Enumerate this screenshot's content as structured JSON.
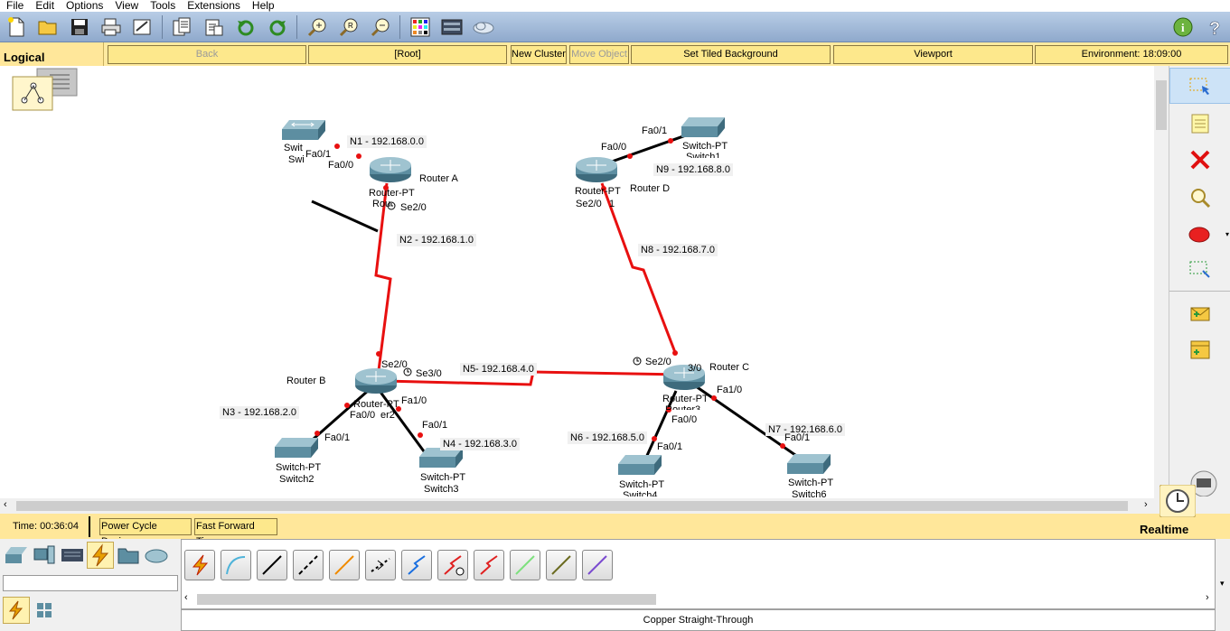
{
  "menu": [
    "File",
    "Edit",
    "Options",
    "View",
    "Tools",
    "Extensions",
    "Help"
  ],
  "toolbar": {
    "icons": [
      "new-icon",
      "open-icon",
      "save-icon",
      "print-icon",
      "activity-wizard-icon",
      "copy-icon",
      "paste-icon",
      "undo-icon",
      "redo-icon",
      "zoom-in-icon",
      "zoom-reset-icon",
      "zoom-out-icon",
      "palette-icon",
      "custom-device-icon",
      "cloud-icon"
    ],
    "info_icon": "info-icon",
    "help_icon": "help-icon"
  },
  "logical_bar": {
    "tab": "Logical",
    "back": "Back",
    "root": "[Root]",
    "new_cluster": "New Cluster",
    "move_object": "Move Object",
    "tiled_bg": "Set Tiled Background",
    "viewport": "Viewport",
    "environment": "Environment: 18:09:00"
  },
  "devices": {
    "router_a": {
      "name": "Router A",
      "model": "Router-PT",
      "sub": "Rou"
    },
    "router_b": {
      "name": "Router B",
      "model": "Router-PT",
      "sub": "er2"
    },
    "router_c": {
      "name": "Router C",
      "model": "Router-PT",
      "sub": "Router3"
    },
    "router_d": {
      "name": "Router D",
      "model": "Router-PT",
      "sub": "1"
    },
    "switch0": {
      "model": "Swit",
      "sub": "Swi"
    },
    "switch1": {
      "model": "Switch-PT",
      "sub": "Switch1"
    },
    "switch2": {
      "model": "Switch-PT",
      "sub": "Switch2"
    },
    "switch3": {
      "model": "Switch-PT",
      "sub": "Switch3"
    },
    "switch4": {
      "model": "Switch-PT",
      "sub": "Switch4"
    },
    "switch6": {
      "model": "Switch-PT",
      "sub": "Switch6"
    }
  },
  "networks": {
    "n1": "N1 - 192.168.0.0",
    "n2": "N2 - 192.168.1.0",
    "n3": "N3 - 192.168.2.0",
    "n4": "N4 - 192.168.3.0",
    "n5": "N5- 192.168.4.0",
    "n6": "N6 - 192.168.5.0",
    "n7": "N7 - 192.168.6.0",
    "n8": "N8 - 192.168.7.0",
    "n9": "N9 - 192.168.8.0"
  },
  "ports": {
    "a_fa01": "Fa0/1",
    "a_fa00": "Fa0/0",
    "a_se20": "Se2/0",
    "d_fa01": "Fa0/1",
    "d_fa00": "Fa0/0",
    "d_se20": "Se2/0",
    "b_se20": "Se2/0",
    "b_se30": "Se3/0",
    "b_fa10": "Fa1/0",
    "b_fa00": "Fa0/0",
    "sw2_fa01": "Fa0/1",
    "sw3_fa01": "Fa0/1",
    "c_se20": "Se2/0",
    "c_se30": "3/0",
    "c_fa10": "Fa1/0",
    "c_fa00": "Fa0/0",
    "sw4_fa01": "Fa0/1",
    "sw6_fa01": "Fa0/1"
  },
  "right_panel": [
    "select-icon",
    "note-icon",
    "delete-icon",
    "inspect-icon",
    "draw-ellipse-icon",
    "resize-icon",
    "add-simple-pdu-icon",
    "add-complex-pdu-icon"
  ],
  "status": {
    "time": "Time: 00:36:04",
    "power_cycle": "Power Cycle Devices",
    "fast_forward": "Fast Forward Time",
    "mode": "Realtime"
  },
  "device_categories": [
    "network-devices-icon",
    "end-devices-icon",
    "components-icon",
    "connections-icon",
    "misc-icon",
    "multiuser-icon"
  ],
  "connections": [
    {
      "name": "automatic-connection-icon",
      "color": "#e8a000"
    },
    {
      "name": "console-cable-icon",
      "color": "#4fb3d9"
    },
    {
      "name": "copper-straight-through-icon",
      "color": "#000000"
    },
    {
      "name": "copper-cross-over-icon",
      "color": "#000000"
    },
    {
      "name": "fiber-icon",
      "color": "#f08a00"
    },
    {
      "name": "phone-icon",
      "color": "#000000"
    },
    {
      "name": "coaxial-icon",
      "color": "#1a6fe0"
    },
    {
      "name": "serial-dce-icon",
      "color": "#e02020"
    },
    {
      "name": "serial-dte-icon",
      "color": "#e02020"
    },
    {
      "name": "octal-icon",
      "color": "#7ee07e"
    },
    {
      "name": "iot-custom-icon",
      "color": "#6b6b20"
    },
    {
      "name": "usb-icon",
      "color": "#7b4bd0"
    }
  ],
  "selected_connection": "Copper Straight-Through",
  "colors": {
    "serial_link": "#e81010",
    "ethernet_link": "#000000",
    "link_dot": "#e81010",
    "toolbar_bg": "#a8bfdf",
    "logical_bg": "#ffe79a"
  }
}
